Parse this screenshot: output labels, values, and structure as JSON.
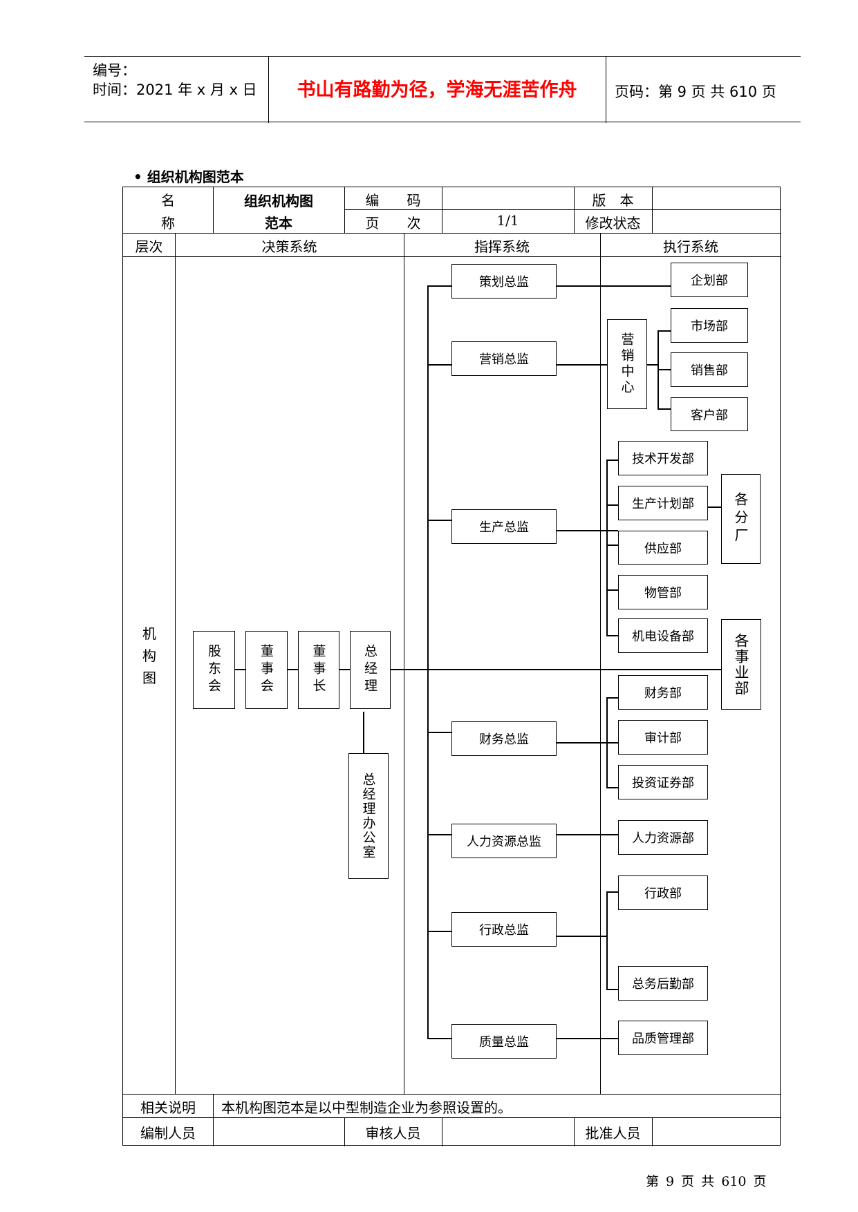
{
  "header": {
    "number_label": "编号：",
    "time_label": "时间：2021 年 x 月 x 日",
    "motto": "书山有路勤为径，学海无涯苦作舟",
    "page_info": "页码：第 9 页  共 610 页"
  },
  "section_title": "组织机构图范本",
  "form": {
    "name_label_1": "名",
    "name_label_2": "称",
    "name_value_1": "组织机构图",
    "name_value_2": "范本",
    "code_label": "编　　码",
    "code_value": "",
    "page_label": "页　　次",
    "page_value": "1/1",
    "version_label": "版　本",
    "version_value": "",
    "revision_label": "修改状态",
    "revision_value": "",
    "col_level": "层次",
    "col_decision": "决策系统",
    "col_command": "指挥系统",
    "col_execution": "执行系统",
    "row_label": "机构图",
    "notes_label": "相关说明",
    "notes_value": "本机构图范本是以中型制造企业为参照设置的。",
    "compiler_label": "编制人员",
    "reviewer_label": "审核人员",
    "approver_label": "批准人员"
  },
  "org": {
    "decision": [
      "股东会",
      "董事会",
      "董事长",
      "总经理"
    ],
    "gm_office": "总经理办公室",
    "directors": [
      "策划总监",
      "营销总监",
      "生产总监",
      "财务总监",
      "人力资源总监",
      "行政总监",
      "质量总监"
    ],
    "planning_depts": [
      "企划部"
    ],
    "marketing_center": "营销中心",
    "marketing_depts": [
      "市场部",
      "销售部",
      "客户部"
    ],
    "production_depts": [
      "技术开发部",
      "生产计划部",
      "供应部",
      "物管部",
      "机电设备部"
    ],
    "branch_factories": "各分厂",
    "business_units": "各事业部",
    "finance_depts": [
      "财务部",
      "审计部",
      "投资证券部"
    ],
    "hr_depts": [
      "人力资源部"
    ],
    "admin_depts": [
      "行政部",
      "总务后勤部"
    ],
    "quality_depts": [
      "品质管理部"
    ]
  },
  "footer": "第 9 页 共 610 页"
}
